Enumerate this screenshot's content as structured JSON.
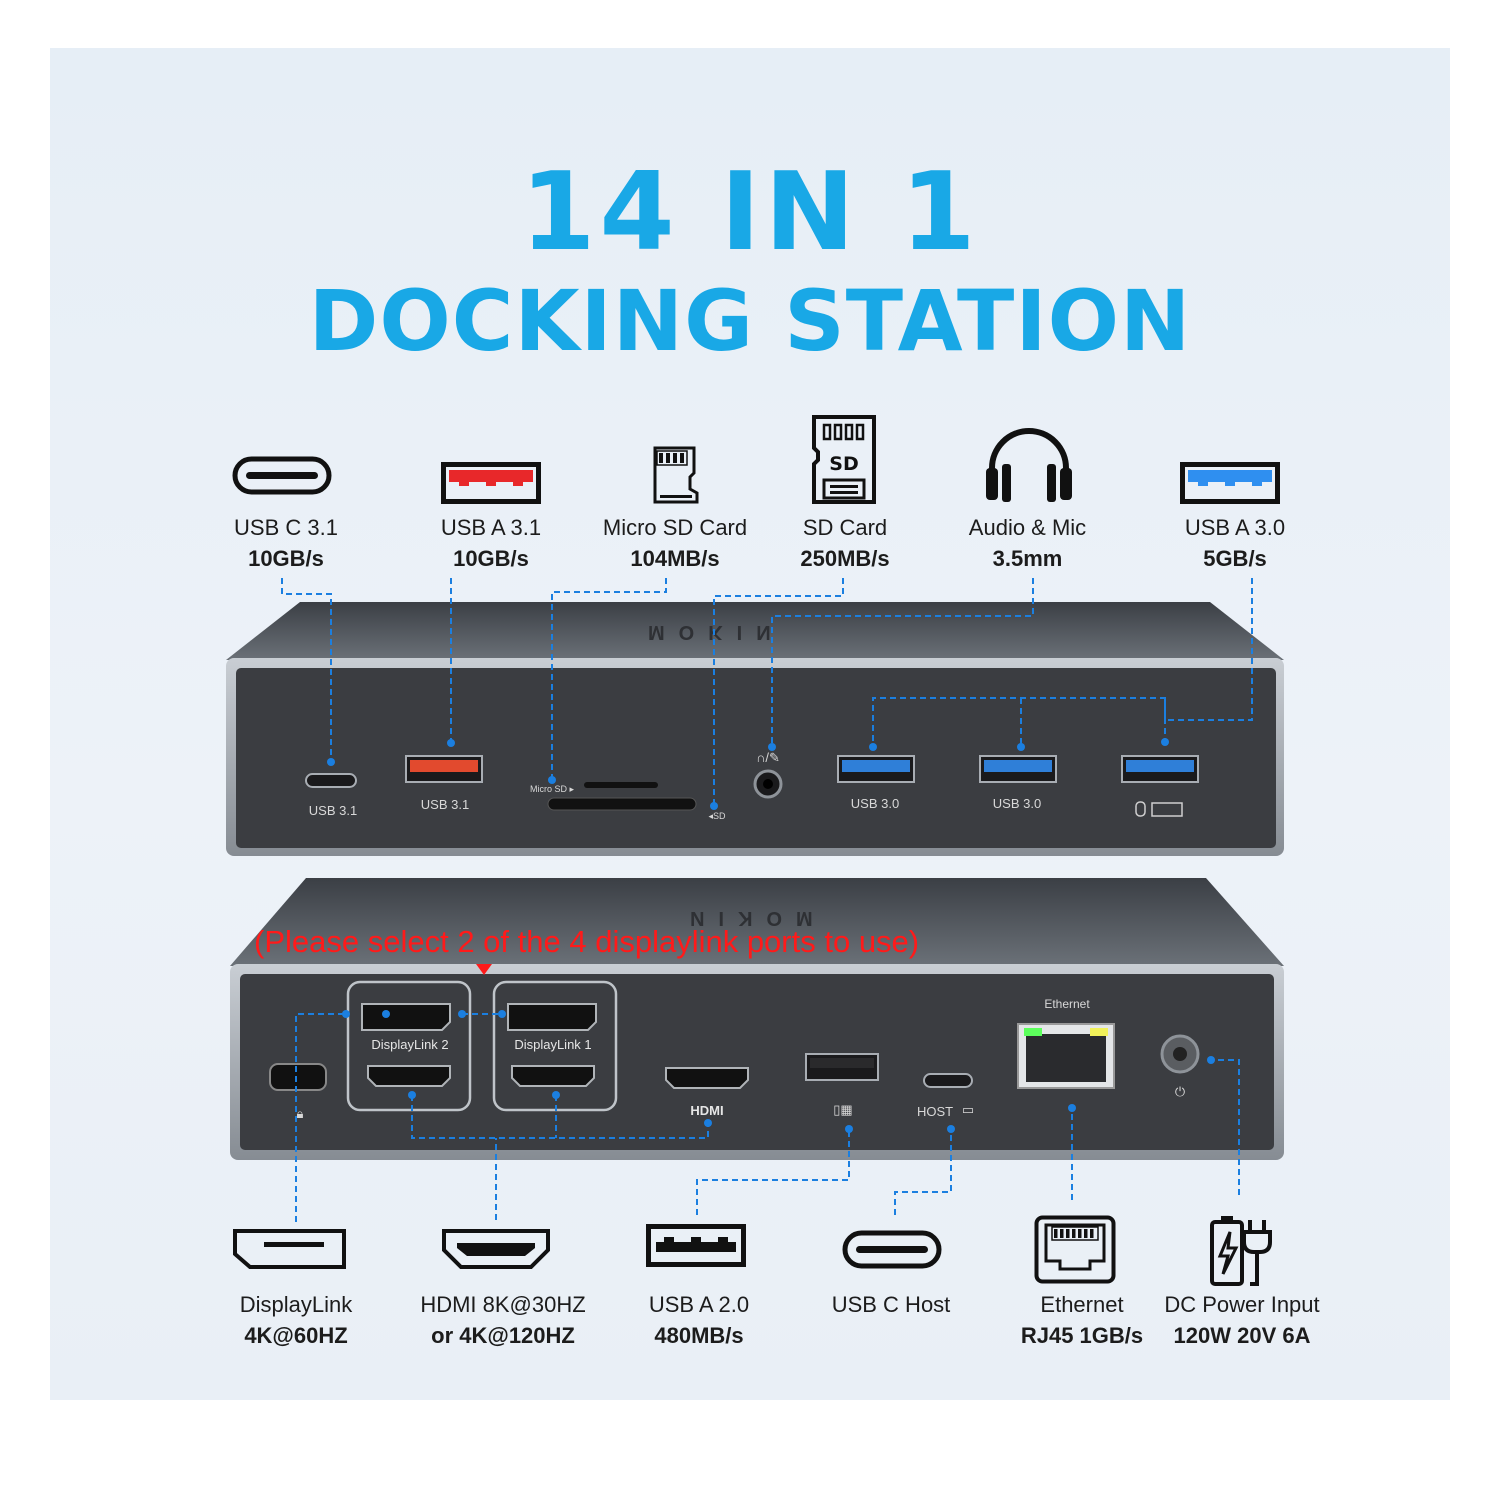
{
  "title": {
    "line1": "14 IN 1",
    "line2": "DOCKING STATION"
  },
  "brand": "MOKIN",
  "top_features": [
    {
      "icon": "usb-c-icon",
      "name": "USB C 3.1",
      "spec": "10GB/s"
    },
    {
      "icon": "usb-a-red-icon",
      "name": "USB A 3.1",
      "spec": "10GB/s"
    },
    {
      "icon": "micro-sd-icon",
      "name": "Micro SD Card",
      "spec": "104MB/s"
    },
    {
      "icon": "sd-card-icon",
      "name": "SD Card",
      "spec": "250MB/s"
    },
    {
      "icon": "headphones-icon",
      "name": "Audio & Mic",
      "spec": "3.5mm"
    },
    {
      "icon": "usb-a-blue-icon",
      "name": "USB A 3.0",
      "spec": "5GB/s"
    }
  ],
  "bottom_features": [
    {
      "icon": "displayport-icon",
      "name": "DisplayLink",
      "spec": "4K@60HZ"
    },
    {
      "icon": "hdmi-icon",
      "name": "HDMI 8K@30HZ",
      "spec": "or 4K@120HZ"
    },
    {
      "icon": "usb-a-icon",
      "name": "USB A 2.0",
      "spec": "480MB/s"
    },
    {
      "icon": "usb-c-icon",
      "name": "USB C Host",
      "spec": ""
    },
    {
      "icon": "ethernet-icon",
      "name": "Ethernet",
      "spec": "RJ45 1GB/s"
    },
    {
      "icon": "battery-plug-icon",
      "name": "DC Power Input",
      "spec": "120W 20V 6A"
    }
  ],
  "front_panel_labels": {
    "usbc": "USB 3.1",
    "usba_red": "USB 3.1",
    "microsd": "Micro SD ▸",
    "sd": "◂SD",
    "usb30_1": "USB 3.0",
    "usb30_2": "USB 3.0"
  },
  "rear_panel_labels": {
    "dl2": "DisplayLink 2",
    "dl1": "DisplayLink 1",
    "hdmi": "HDMI",
    "host": "HOST",
    "ethernet": "Ethernet"
  },
  "note": "(Please select 2 of the 4 displaylink ports to use)",
  "colors": {
    "title": "#19a8e6",
    "leader": "#1b7fe0",
    "note": "#ff1a1a",
    "usb_red": "#e8282a",
    "usb_blue": "#2f8ff0"
  }
}
